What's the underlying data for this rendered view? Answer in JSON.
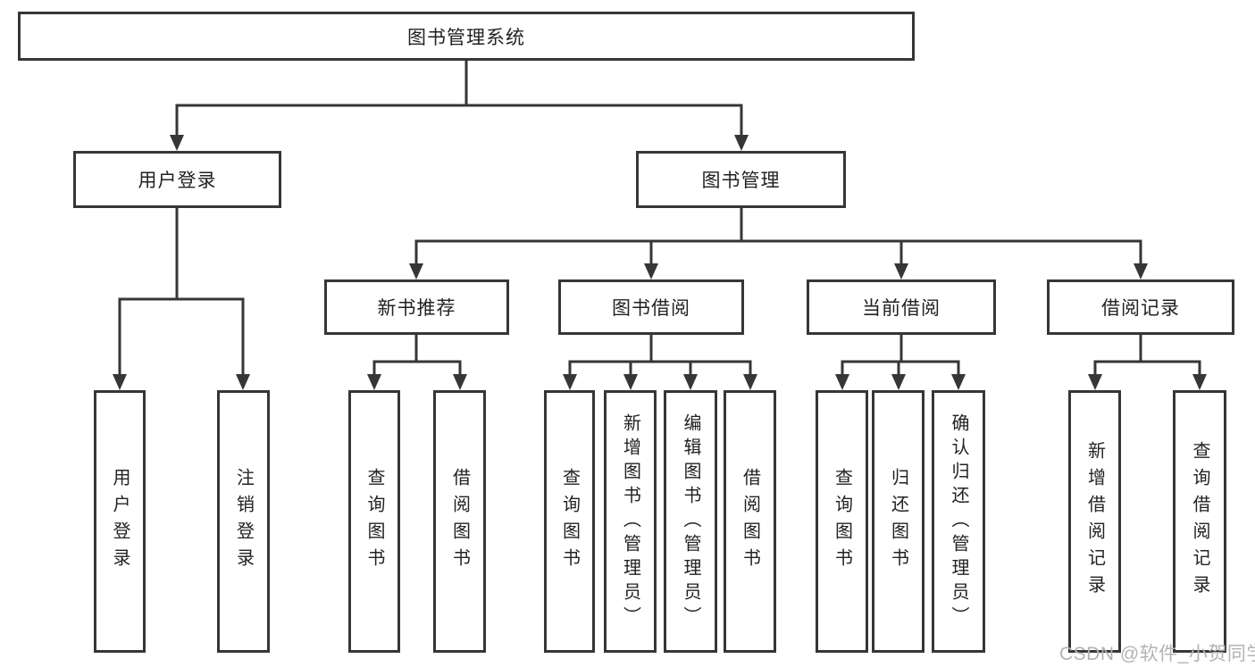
{
  "diagram": {
    "root": {
      "label": "图书管理系统"
    },
    "level2": {
      "user_login": {
        "label": "用户登录"
      },
      "book_management": {
        "label": "图书管理"
      }
    },
    "level3": {
      "new_book_recommend": {
        "label": "新书推荐"
      },
      "book_borrowing": {
        "label": "图书借阅"
      },
      "current_borrowing": {
        "label": "当前借阅"
      },
      "borrowing_records": {
        "label": "借阅记录"
      }
    },
    "leaves": {
      "login": {
        "label": "用户登录"
      },
      "logout": {
        "label": "注销登录"
      },
      "recommend_query_books": {
        "label": "查询图书"
      },
      "recommend_borrow_books": {
        "label": "借阅图书"
      },
      "borrowing_query_books": {
        "label": "查询图书"
      },
      "borrowing_add_books": {
        "label": "新增图书（管理员）"
      },
      "borrowing_edit_books": {
        "label": "编辑图书（管理员）"
      },
      "borrowing_borrow_books": {
        "label": "借阅图书"
      },
      "current_query_books": {
        "label": "查询图书"
      },
      "current_return_books": {
        "label": "归还图书"
      },
      "current_confirm_return": {
        "label": "确认归还（管理员）"
      },
      "records_add_record": {
        "label": "新增借阅记录"
      },
      "records_query_record": {
        "label": "查询借阅记录"
      }
    }
  },
  "watermark": {
    "text": "CSDN @软件_小贺同学"
  },
  "colors": {
    "line": "#363636",
    "box_border": "#363636",
    "box_background": "#ffffff",
    "text": "#222222",
    "watermark_text": "#b4b2b6"
  }
}
